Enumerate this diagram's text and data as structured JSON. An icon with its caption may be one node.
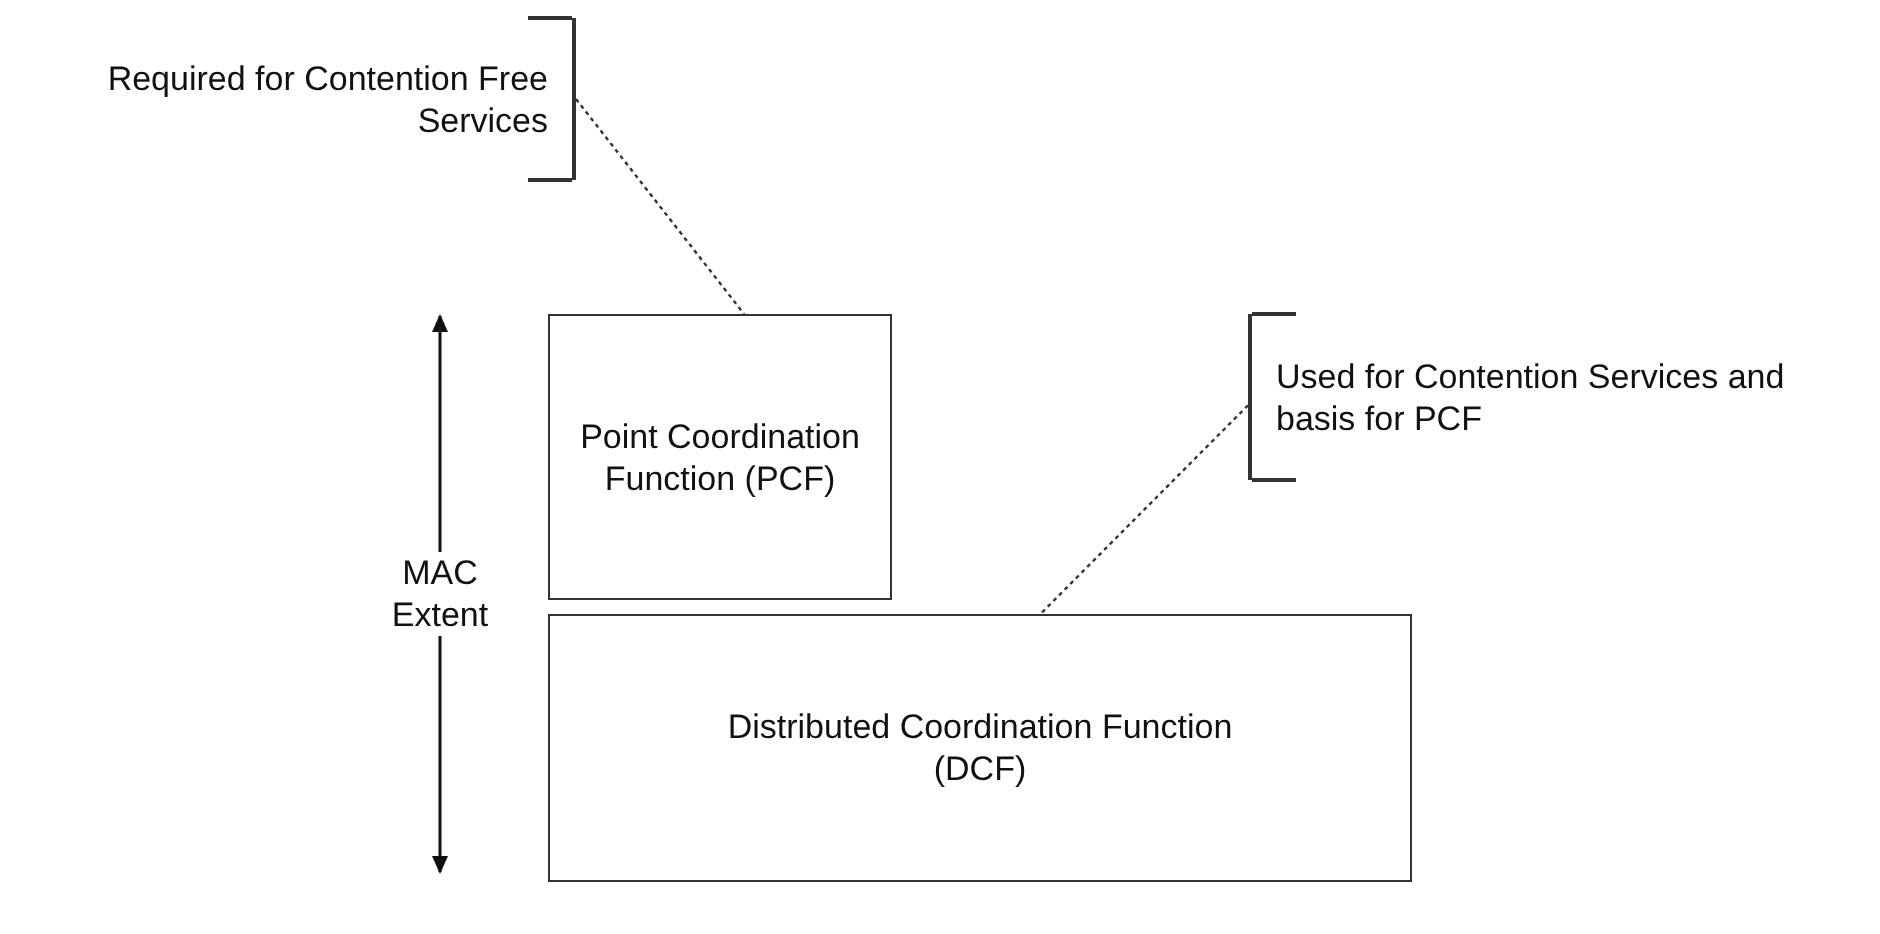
{
  "diagram": {
    "nodes": [
      {
        "text": [
          "Required for Contention Free Services"
        ]
      },
      {
        "text": [
          "Point Coordination Function (PCF)"
        ]
      },
      {
        "text": [
          "Used for Contention Services and basis for PCF"
        ]
      },
      {
        "text": [
          "Distributed Coordination Function (DCF)"
        ]
      }
    ],
    "edges": [
      {
        "from": 0,
        "to": 1,
        "arrow": "none",
        "style": "dashed"
      },
      {
        "from": 2,
        "to": 3,
        "arrow": "none",
        "style": "dashed"
      }
    ],
    "labels": [
      "MAC Extent"
    ]
  }
}
